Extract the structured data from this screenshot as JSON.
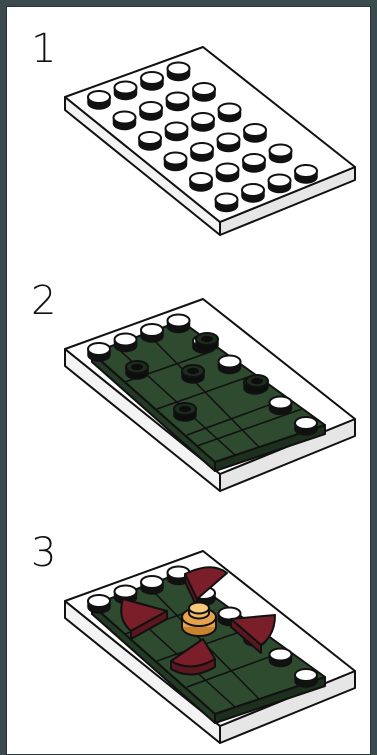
{
  "steps": [
    {
      "number": "1"
    },
    {
      "number": "2"
    },
    {
      "number": "3"
    }
  ],
  "colors": {
    "frame": "#3b4a4f",
    "white_plate": "#ffffff",
    "dark_green": "#2e4a2f",
    "dark_red": "#7a1f2a",
    "tan": "#e7a24d",
    "outline": "#111111"
  },
  "icons": [
    "white-6x4-plate",
    "dark-green-tiles",
    "dark-red-quarter-round-tiles",
    "tan-round-plate"
  ]
}
